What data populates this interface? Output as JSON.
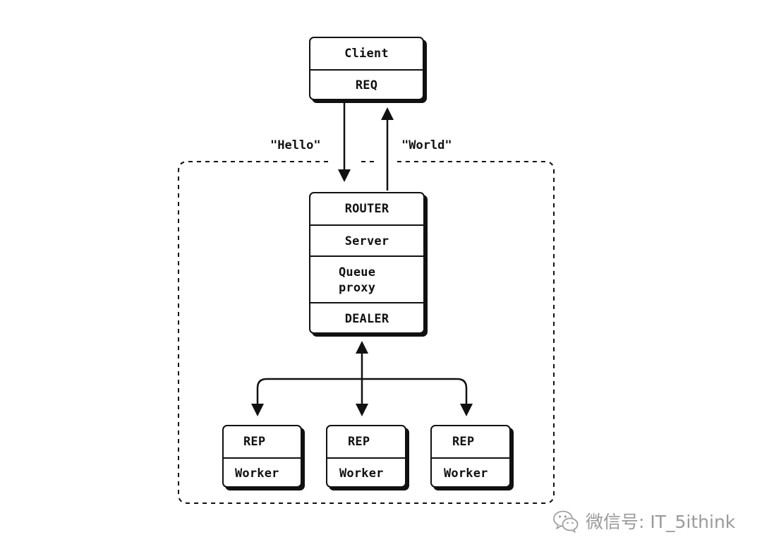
{
  "client": {
    "name": "Client",
    "socket": "REQ"
  },
  "messages": {
    "request": "\"Hello\"",
    "reply": "\"World\""
  },
  "broker": {
    "socket_front": "ROUTER",
    "name": "Server",
    "role_line1": "Queue",
    "role_line2": "proxy",
    "socket_back": "DEALER"
  },
  "workers": [
    {
      "socket": "REP",
      "name": "Worker"
    },
    {
      "socket": "REP",
      "name": "Worker"
    },
    {
      "socket": "REP",
      "name": "Worker"
    }
  ],
  "watermark": {
    "text": "微信号: IT_5ithink",
    "icon": "wechat-icon"
  }
}
